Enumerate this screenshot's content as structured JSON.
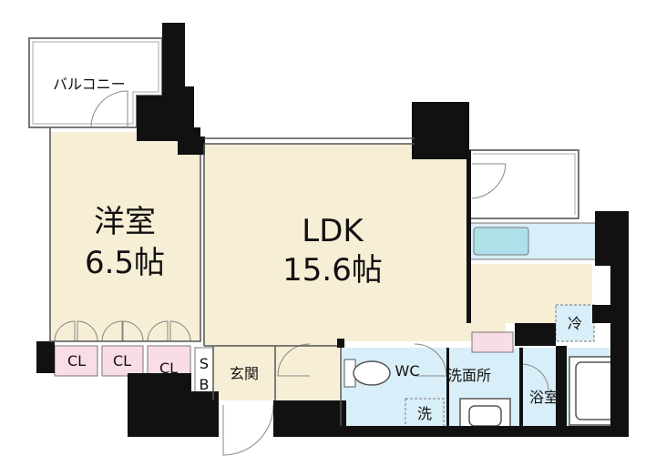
{
  "floorplan": {
    "labels": {
      "balcony": "バルコニー",
      "western_room_name": "洋室",
      "western_room_size": "6.5帖",
      "ldk_name": "LDK",
      "ldk_size": "15.6帖",
      "closet_1": "CL",
      "closet_2": "CL",
      "closet_3": "CL",
      "shoe_box_s": "S",
      "shoe_box_b": "B",
      "entrance": "玄関",
      "toilet": "WC",
      "washroom": "洗面所",
      "bathroom": "浴室",
      "washer": "洗",
      "fridge": "冷"
    },
    "colors": {
      "room_fill": "#f7eed6",
      "wet_area_fill": "#d8eef8",
      "closet_fill": "#f9dde6",
      "wall": "#111111",
      "fixture_fill": "#aee0ea"
    }
  }
}
